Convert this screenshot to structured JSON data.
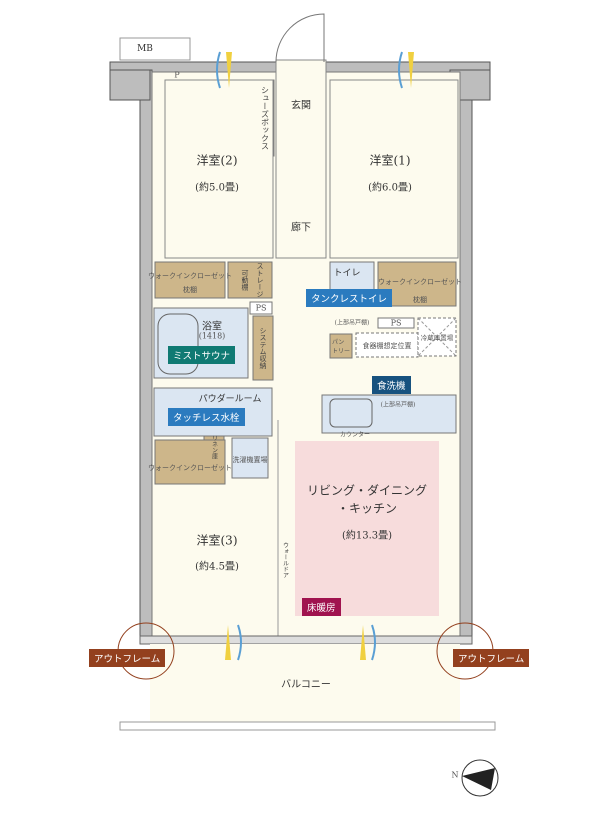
{
  "colors": {
    "floor": "#fdfbee",
    "closet": "#cdb68a",
    "wet": "#dbe6f2",
    "ldk_heat": "#f7dcdc",
    "wall": "#bdbdbd",
    "blue_tag": "#2b7bbf",
    "teal_tag": "#0f7a73",
    "navy_tag": "#17527f",
    "floor_heat_tag": "#a0134f",
    "outframe_tag": "#93401e"
  },
  "labels": {
    "mb": "MB",
    "p": "P",
    "entrance": "玄関",
    "shoe_box": "シューズボックス",
    "hall": "廊下",
    "room2": {
      "name": "洋室(2)",
      "size": "(約5.0畳)"
    },
    "room1": {
      "name": "洋室(1)",
      "size": "(約6.0畳)"
    },
    "room3": {
      "name": "洋室(3)",
      "size": "(約4.5畳)"
    },
    "ldk": {
      "name1": "リビング・ダイニング",
      "name2": "・キッチン",
      "size": "(約13.3畳)"
    },
    "wic_left": "ウォークインクローゼット",
    "shelf": "枕棚",
    "storage": "ストレージ",
    "movable_shelf": "可動棚",
    "ps": "PS",
    "bath": "浴室",
    "bath_size": "(1418)",
    "system_storage": "システム収納",
    "powder": "パウダールーム",
    "linen": "リネン庫",
    "laundry": "洗濯機置場",
    "wic_bottom": "ウォークインクローゼット",
    "toilet": "トイレ",
    "upper_shelf": "(上部吊戸棚)",
    "wic_right": "ウォークインクローゼット",
    "pantry": "パントリー",
    "dish_shelf": "食器棚想定位置",
    "fridge": "冷蔵庫置場",
    "counter": "カウンター",
    "wall_door": "ウォールドア",
    "balcony": "バルコニー",
    "compass_n": "N"
  },
  "tags": {
    "mist_sauna": "ミストサウナ",
    "touchless": "タッチレス水栓",
    "tankless": "タンクレストイレ",
    "dishwasher": "食洗機",
    "floor_heating": "床暖房",
    "outframe_left": "アウトフレーム",
    "outframe_right": "アウトフレーム"
  }
}
